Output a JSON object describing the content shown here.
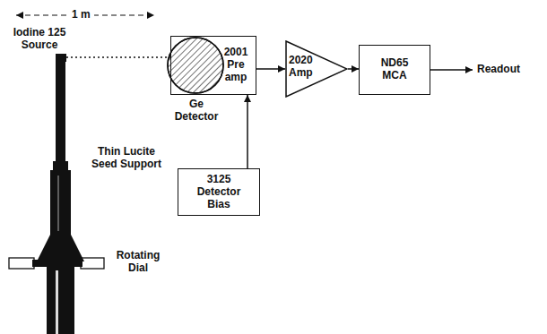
{
  "diagram": {
    "nodes": [
      {
        "text": [
          "Iodine 125 Source"
        ]
      },
      {
        "text": [
          "2001 Pre amp"
        ]
      },
      {
        "text": [
          "2020 Amp"
        ]
      },
      {
        "text": [
          "ND65 MCA"
        ]
      },
      {
        "text": [
          "3125 Detector Bias"
        ]
      }
    ],
    "edges": [
      {
        "from": 0,
        "to": 1,
        "arrow": "none"
      },
      {
        "from": 1,
        "to": 2,
        "arrow": "to"
      },
      {
        "from": 2,
        "to": 3,
        "arrow": "to"
      },
      {
        "from": 4,
        "to": 1,
        "arrow": "to"
      }
    ],
    "labels": [
      "1 m",
      "Ge Detector",
      "Thin Lucite Seed Support",
      "Rotating Dial",
      "Readout"
    ]
  }
}
